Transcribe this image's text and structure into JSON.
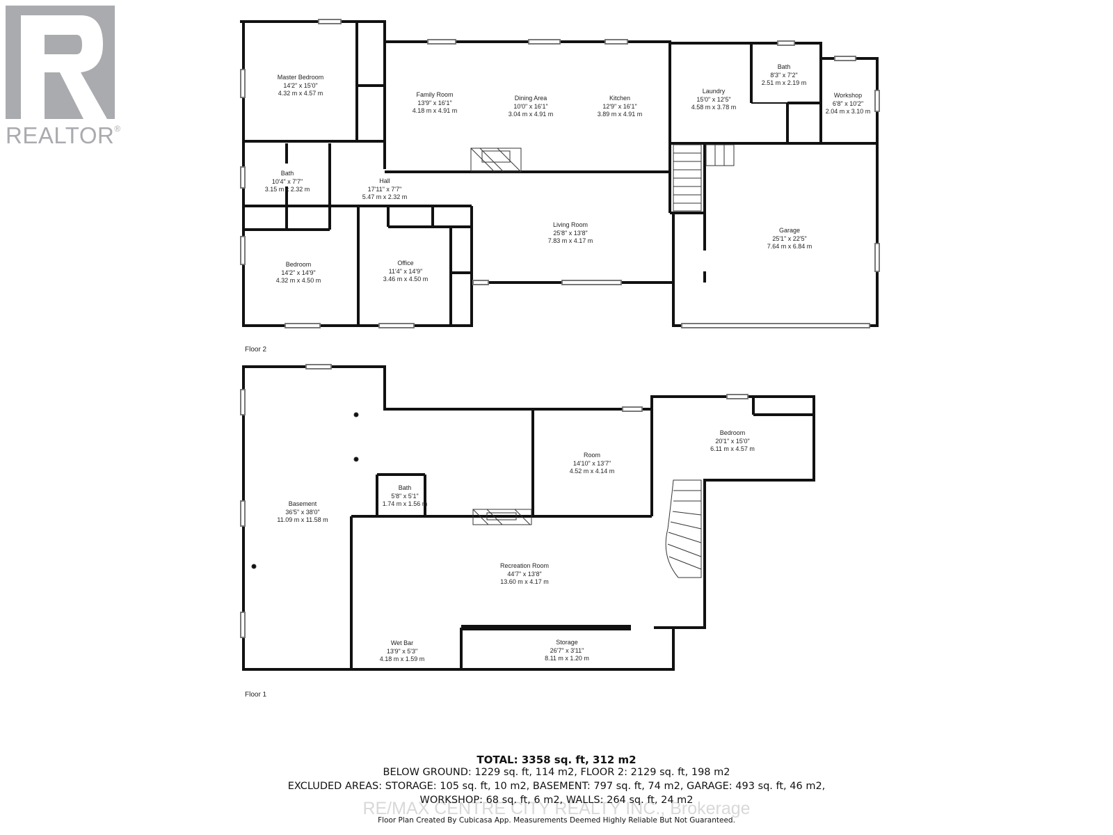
{
  "brand": {
    "name": "REALTOR",
    "mark": "®",
    "color": "#a9abae"
  },
  "floors": {
    "upper_label": "Floor 2",
    "lower_label": "Floor 1"
  },
  "rooms_floor2": [
    {
      "id": "master-bedroom",
      "name": "Master Bedroom",
      "imperial": "14'2\" x 15'0\"",
      "metric": "4.32 m x 4.57 m"
    },
    {
      "id": "family-room",
      "name": "Family Room",
      "imperial": "13'9\" x 16'1\"",
      "metric": "4.18 m x 4.91 m"
    },
    {
      "id": "dining-area",
      "name": "Dining Area",
      "imperial": "10'0\" x 16'1\"",
      "metric": "3.04 m x 4.91 m"
    },
    {
      "id": "kitchen",
      "name": "Kitchen",
      "imperial": "12'9\" x 16'1\"",
      "metric": "3.89 m x 4.91 m"
    },
    {
      "id": "laundry",
      "name": "Laundry",
      "imperial": "15'0\" x 12'5\"",
      "metric": "4.58 m x 3.78 m"
    },
    {
      "id": "bath-upper-right",
      "name": "Bath",
      "imperial": "8'3\" x 7'2\"",
      "metric": "2.51 m x 2.19 m"
    },
    {
      "id": "workshop",
      "name": "Workshop",
      "imperial": "6'8\" x 10'2\"",
      "metric": "2.04 m x 3.10 m"
    },
    {
      "id": "bath-upper-left",
      "name": "Bath",
      "imperial": "10'4\" x 7'7\"",
      "metric": "3.15 m x 2.32 m"
    },
    {
      "id": "hall",
      "name": "Hall",
      "imperial": "17'11\" x 7'7\"",
      "metric": "5.47 m x 2.32 m"
    },
    {
      "id": "living-room",
      "name": "Living Room",
      "imperial": "25'8\" x 13'8\"",
      "metric": "7.83 m x 4.17 m"
    },
    {
      "id": "garage",
      "name": "Garage",
      "imperial": "25'1\" x 22'5\"",
      "metric": "7.64 m x 6.84 m"
    },
    {
      "id": "bedroom-upper",
      "name": "Bedroom",
      "imperial": "14'2\" x 14'9\"",
      "metric": "4.32 m x 4.50 m"
    },
    {
      "id": "office",
      "name": "Office",
      "imperial": "11'4\" x 14'9\"",
      "metric": "3.46 m x 4.50 m"
    }
  ],
  "rooms_floor1": [
    {
      "id": "basement",
      "name": "Basement",
      "imperial": "36'5\" x 38'0\"",
      "metric": "11.09 m x 11.58 m"
    },
    {
      "id": "bath-lower",
      "name": "Bath",
      "imperial": "5'8\" x 5'1\"",
      "metric": "1.74 m x 1.56 m"
    },
    {
      "id": "room",
      "name": "Room",
      "imperial": "14'10\" x 13'7\"",
      "metric": "4.52 m x 4.14 m"
    },
    {
      "id": "bedroom-lower",
      "name": "Bedroom",
      "imperial": "20'1\" x 15'0\"",
      "metric": "6.11 m x 4.57 m"
    },
    {
      "id": "recreation-room",
      "name": "Recreation Room",
      "imperial": "44'7\" x 13'8\"",
      "metric": "13.60 m x 4.17 m"
    },
    {
      "id": "wet-bar",
      "name": "Wet Bar",
      "imperial": "13'9\" x 5'3\"",
      "metric": "4.18 m x 1.59 m"
    },
    {
      "id": "storage",
      "name": "Storage",
      "imperial": "26'7\" x 3'11\"",
      "metric": "8.11 m x 1.20 m"
    }
  ],
  "summary": {
    "total": "TOTAL: 3358 sq. ft, 312 m2",
    "line1": "BELOW GROUND: 1229 sq. ft, 114 m2, FLOOR 2: 2129 sq. ft, 198 m2",
    "line2": "EXCLUDED AREAS: STORAGE: 105 sq. ft, 10 m2, BASEMENT: 797 sq. ft, 74 m2, GARAGE: 493 sq. ft, 46 m2,",
    "line3": "WORKSHOP: 68 sq. ft, 6 m2, WALLS: 264 sq. ft, 24 m2",
    "footer": "Floor Plan Created By Cubicasa App. Measurements Deemed Highly Reliable But Not Guaranteed."
  },
  "watermark": "RE/MAX CENTRE CITY REALTY INC., Brokerage"
}
